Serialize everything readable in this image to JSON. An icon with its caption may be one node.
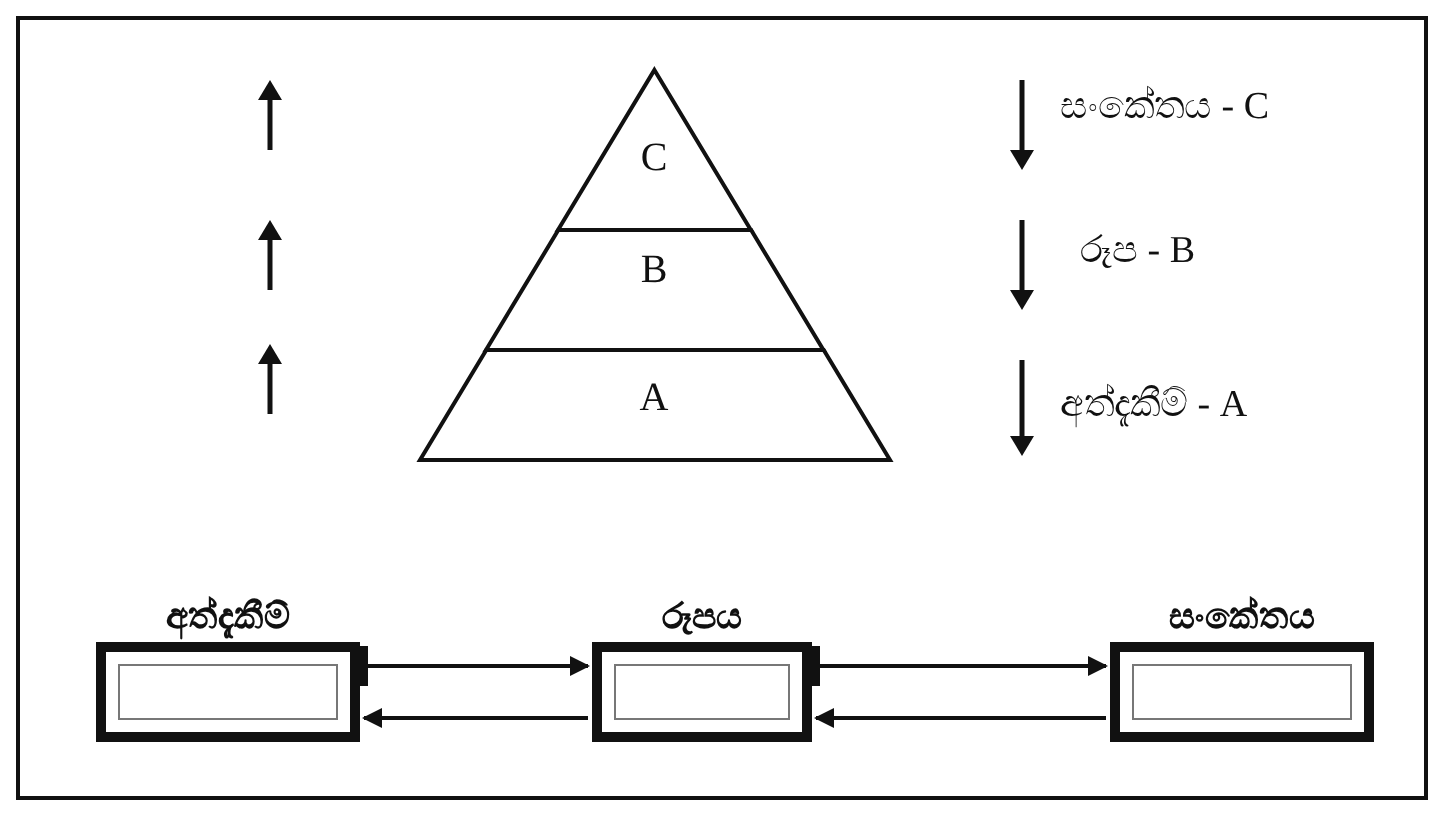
{
  "diagram": {
    "nodes": [
      {
        "text": [
          "C"
        ]
      },
      {
        "text": [
          "B"
        ]
      },
      {
        "text": [
          "A"
        ]
      },
      {
        "text": [
          "අත්දැකීම්"
        ]
      },
      {
        "text": [
          "රූපය"
        ]
      },
      {
        "text": [
          "සංකේතය"
        ]
      }
    ],
    "edges": [
      {
        "from": 3,
        "to": 4,
        "arrow": "to"
      },
      {
        "from": 4,
        "to": 3,
        "arrow": "to"
      },
      {
        "from": 4,
        "to": 5,
        "arrow": "to"
      },
      {
        "from": 5,
        "to": 4,
        "arrow": "to"
      }
    ],
    "labels": [
      "සංකේතය - C",
      "රූප - B",
      "අත්දැකීම් - A"
    ]
  }
}
